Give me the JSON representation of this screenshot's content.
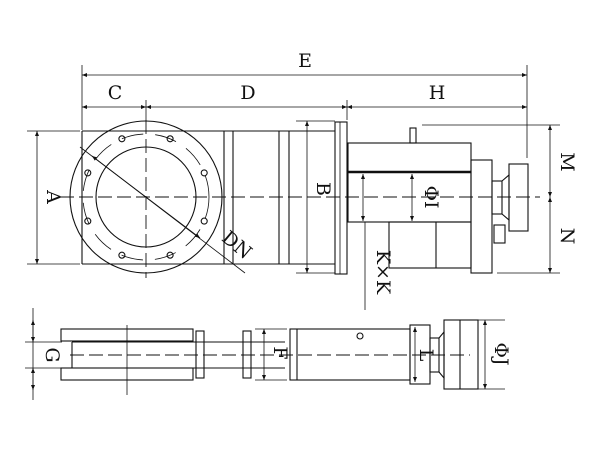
{
  "drawing": {
    "title": "Knife gate valve dimension drawing",
    "labels": {
      "E": "E",
      "C": "C",
      "D": "D",
      "H": "H",
      "A": "A",
      "B": "B",
      "DN": "DN",
      "PhiI": "ΦI",
      "KxK": "K×K",
      "M": "M",
      "N": "N",
      "G": "G",
      "F": "F",
      "L": "L",
      "PhiJ": "ΦJ"
    },
    "line_color": "#111111"
  }
}
